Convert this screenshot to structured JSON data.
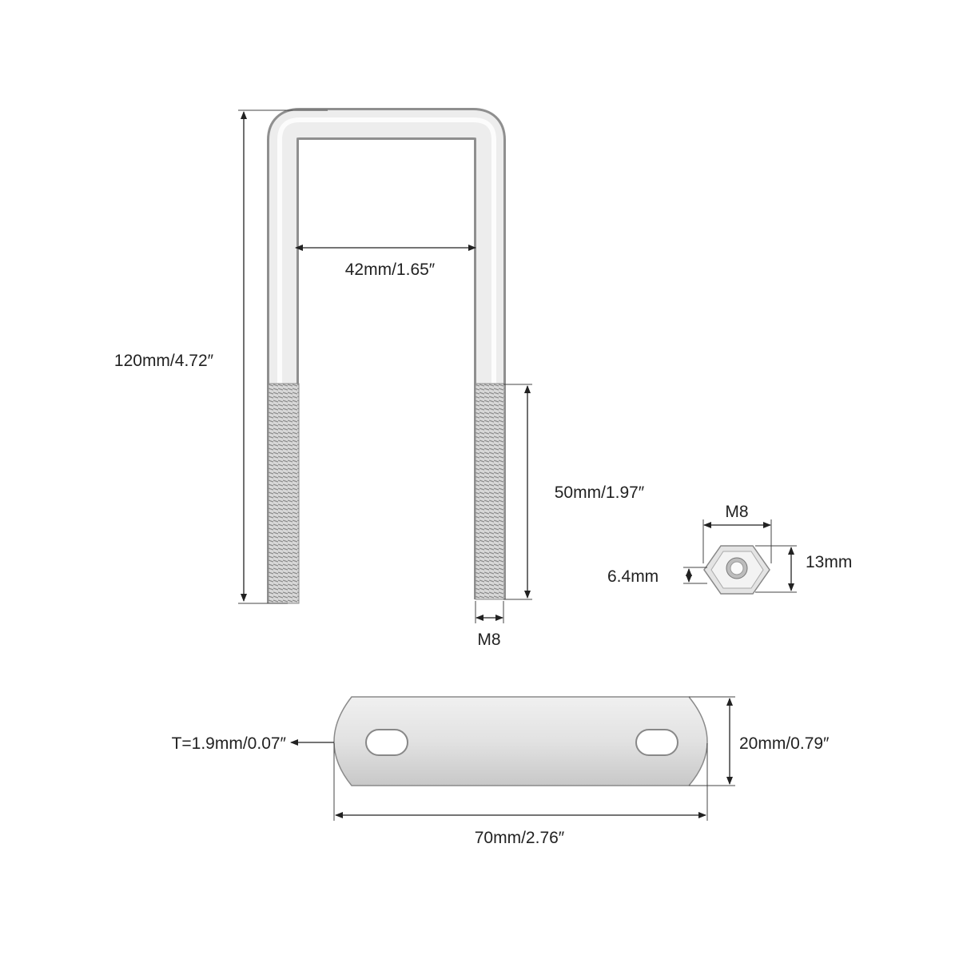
{
  "labels": {
    "ubolt_height": "120mm/4.72″",
    "inner_width": "42mm/1.65″",
    "thread_length": "50mm/1.97″",
    "thread_size": "M8",
    "nut_thread": "M8",
    "nut_width": "13mm",
    "nut_thickness": "6.4mm",
    "plate_width": "20mm/0.79″",
    "plate_length": "70mm/2.76″",
    "plate_thickness": "T=1.9mm/0.07″"
  },
  "colors": {
    "metal_light": "#eeeeee",
    "metal_dark": "#8a8a8a",
    "line": "#222222"
  }
}
